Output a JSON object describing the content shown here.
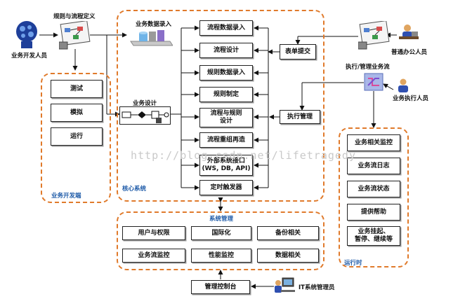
{
  "watermark": "http://blog.csdn.net/lifetragedy",
  "actors": {
    "developer": "业务开发人员",
    "office": "普通办公人员",
    "executor": "业务执行人员",
    "it_admin": "IT系统管理员"
  },
  "labels": {
    "rule_flow_def": "规则与流程定义",
    "biz_data_entry": "业务数据录入",
    "biz_design": "业务设计",
    "form_submit": "表单提交",
    "exec_mgmt_flow": "执行/管理业务流",
    "exec_mgmt": "执行管理",
    "mgmt_console": "管理控制台"
  },
  "regions": {
    "dev": "业务开发端",
    "core": "核心系统",
    "runtime": "运行时",
    "sysmgmt": "系统管理"
  },
  "dev_items": [
    "测试",
    "模拟",
    "运行"
  ],
  "core_items": [
    "流程数据录入",
    "流程设计",
    "规则数据录入",
    "规则制定",
    "流程与规则\n设计",
    "流程重组再造",
    "外部系统接口\n(WS, DB, API)",
    "定时触发器"
  ],
  "runtime_items": [
    "业务相关监控",
    "业务流日志",
    "业务流状态",
    "提供帮助",
    "业务挂起、\n暂停、继续等"
  ],
  "sysmgmt_items": [
    "用户与权限",
    "国际化",
    "备份相关",
    "业务流监控",
    "性能监控",
    "数据相关"
  ]
}
